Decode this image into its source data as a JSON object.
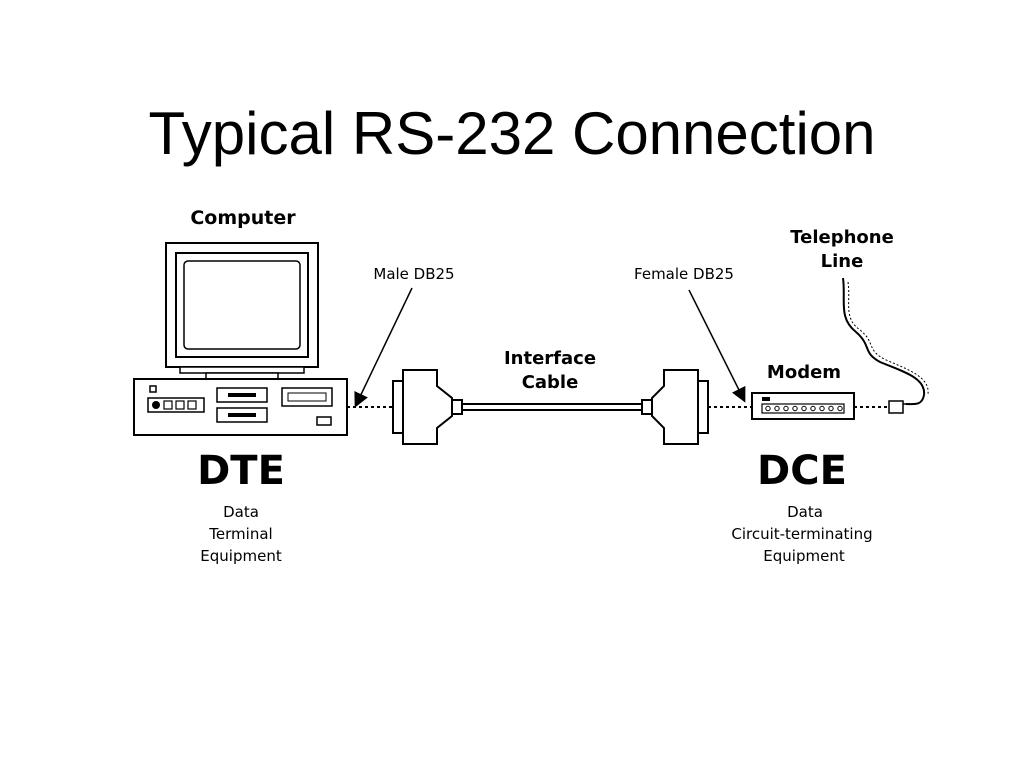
{
  "title": "Typical RS-232 Connection",
  "computer": {
    "label": "Computer"
  },
  "dte": {
    "abbr": "DTE",
    "desc": [
      "Data",
      "Terminal",
      "Equipment"
    ]
  },
  "dce": {
    "abbr": "DCE",
    "desc": [
      "Data",
      "Circuit-terminating",
      "Equipment"
    ]
  },
  "connectors": {
    "male": "Male DB25",
    "female": "Female DB25"
  },
  "cable": {
    "label": [
      "Interface",
      "Cable"
    ]
  },
  "modem": {
    "label": "Modem"
  },
  "telephone": {
    "label": [
      "Telephone",
      "Line"
    ]
  }
}
